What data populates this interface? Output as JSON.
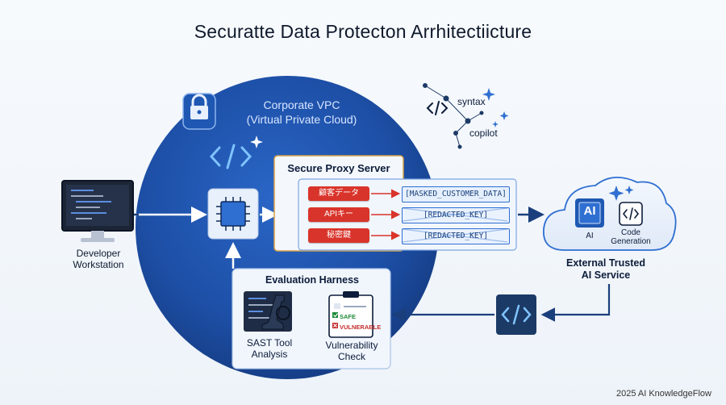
{
  "title": "Securatte Data Protecton Arrhitectiicture",
  "vpc": {
    "line1": "Corporate VPC",
    "line2": "(Virtual Private Cloud)"
  },
  "workstation": {
    "line1": "Developer",
    "line2": "Workstation"
  },
  "proxy": {
    "title": "Secure Proxy Server",
    "rows": [
      {
        "input": "顧客データ",
        "output": "[MASKED_CUSTOMER_DATA]"
      },
      {
        "input": "APIキー",
        "output": "[REDACTED_KEY]"
      },
      {
        "input": "秘密鍵",
        "output": "[REDACTED_KEY]"
      }
    ]
  },
  "evaluation": {
    "title": "Evaluation Harness",
    "sast": {
      "line1": "SAST Tool",
      "line2": "Analysis"
    },
    "vuln": {
      "line1": "Vulnerability",
      "line2": "Check"
    },
    "safe_tag": "SAFE",
    "vulnerable_tag": "VULNERABLE"
  },
  "external": {
    "line1": "External Trusted",
    "line2": "AI Service",
    "ai_label": "AI",
    "ai_chip_text": "AI",
    "codegen_line1": "Code",
    "codegen_line2": "Generation"
  },
  "constellation": {
    "syntax": "syntax",
    "copilot": "copilot"
  },
  "footer": "2025 AI KnowledgeFlow",
  "colors": {
    "vpc_blue": "#1f58b3",
    "proxy_red": "#d9342b",
    "accent_blue": "#2f6fd1",
    "dark_navy": "#1c3a66"
  }
}
